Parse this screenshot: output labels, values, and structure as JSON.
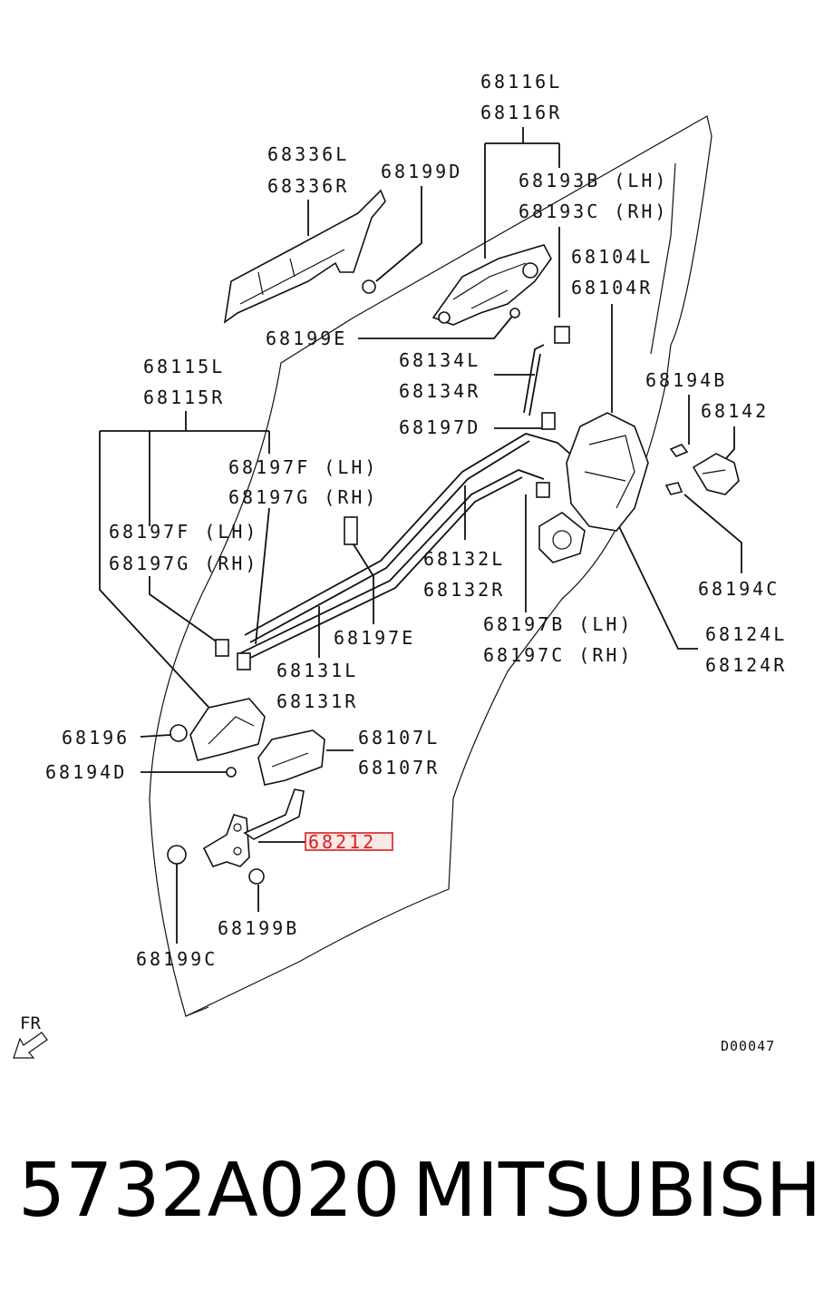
{
  "diagram": {
    "labels": {
      "l68116L": "68116L",
      "l68116R": "68116R",
      "l68336L": "68336L",
      "l68336R": "68336R",
      "l68199D": "68199D",
      "l68193B": "68193B (LH)",
      "l68193C": "68193C (RH)",
      "l68104L": "68104L",
      "l68104R": "68104R",
      "l68199E": "68199E",
      "l68134L": "68134L",
      "l68134R": "68134R",
      "l68115L": "68115L",
      "l68115R": "68115R",
      "l68194B": "68194B",
      "l68142": "68142",
      "l68197D": "68197D",
      "l68197F_a": "68197F (LH)",
      "l68197G_a": "68197G (RH)",
      "l68197F_b": "68197F (LH)",
      "l68197G_b": "68197G (RH)",
      "l68132L": "68132L",
      "l68132R": "68132R",
      "l68194C": "68194C",
      "l68197E": "68197E",
      "l68197B": "68197B (LH)",
      "l68197C": "68197C (RH)",
      "l68124L": "68124L",
      "l68124R": "68124R",
      "l68131L": "68131L",
      "l68131R": "68131R",
      "l68196": "68196",
      "l68107L": "68107L",
      "l68107R": "68107R",
      "l68194D": "68194D",
      "l68212": "68212",
      "l68199B": "68199B",
      "l68199C": "68199C"
    },
    "highlighted_part": "68212",
    "direction": "FR",
    "drawing_code": "D00047"
  },
  "caption": {
    "part_number": "5732A020",
    "brand": "MITSUBISHI"
  },
  "colors": {
    "highlight": "#d62020"
  }
}
